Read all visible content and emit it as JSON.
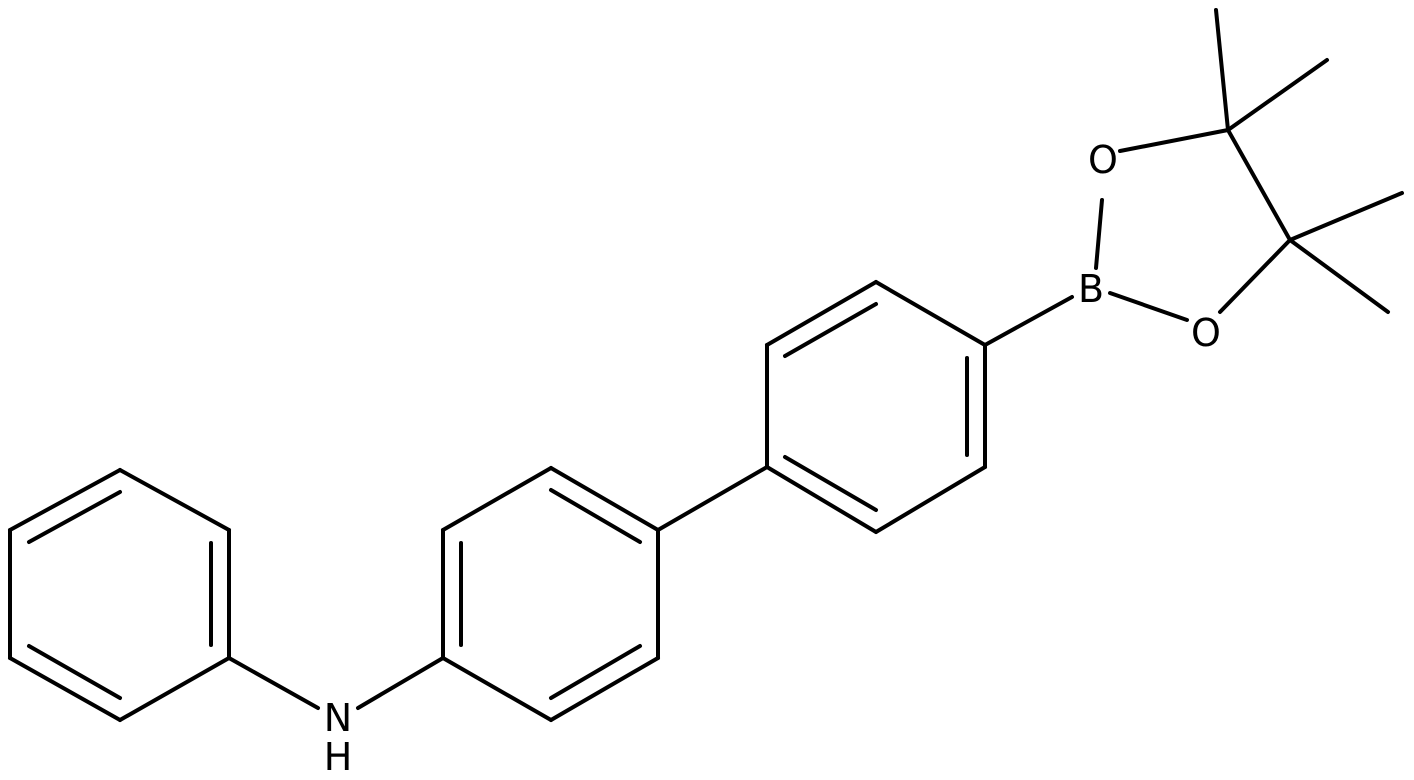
{
  "molecule": {
    "atoms": {
      "nitrogen": "N",
      "nitrogen_hydrogen": "H",
      "boron": "B",
      "oxygen_upper": "O",
      "oxygen_lower": "O"
    }
  },
  "colors": {
    "bond": "#000000",
    "background": "#ffffff"
  }
}
